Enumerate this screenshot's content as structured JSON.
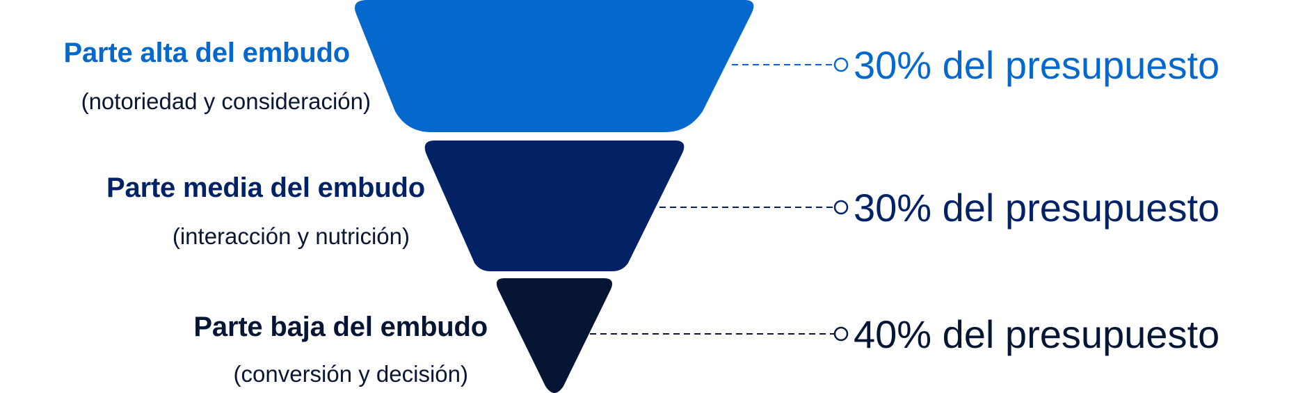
{
  "colors": {
    "top_stage": "#0468cc",
    "middle_stage": "#022265",
    "bottom_stage": "#061534",
    "dark_text": "#0b1634"
  },
  "stages": [
    {
      "title": "Parte alta del embudo",
      "subtitle": "(notoriedad y consideración)",
      "budget": "30% del presupuesto"
    },
    {
      "title": "Parte media del embudo",
      "subtitle": "(interacción y nutrición)",
      "budget": "30% del presupuesto"
    },
    {
      "title": "Parte baja del embudo",
      "subtitle": "(conversión y decisión)",
      "budget": "40% del presupuesto"
    }
  ]
}
